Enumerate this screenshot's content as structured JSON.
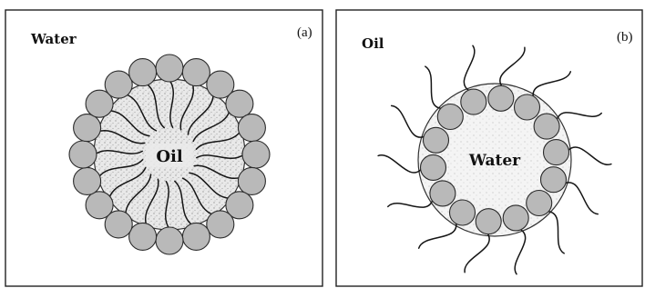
{
  "panel_a": {
    "continuous_phase": "Water",
    "tag": "(a)",
    "core": "Oil"
  },
  "panel_b": {
    "continuous_phase": "Oil",
    "tag": "(b)",
    "core": "Water"
  },
  "colors": {
    "head_fill": "#b9b9b9",
    "core_speckle": "#c8c8c8",
    "outline": "#222222"
  }
}
